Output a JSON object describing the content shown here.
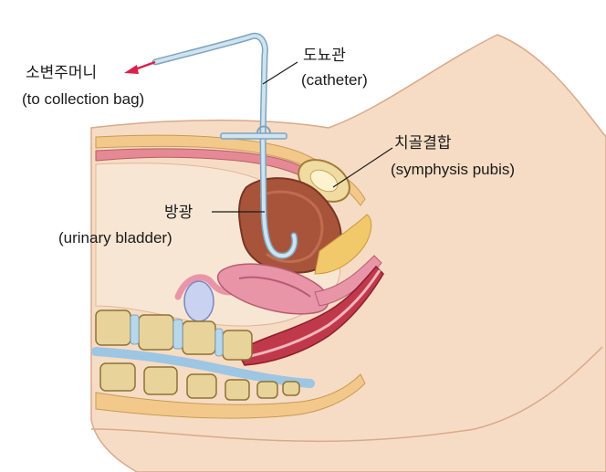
{
  "labels": {
    "collection_bag": {
      "ko": "소변주머니",
      "en": "(to collection bag)"
    },
    "catheter": {
      "ko": "도뇨관",
      "en": "(catheter)"
    },
    "symphysis_pubis": {
      "ko": "치골결합",
      "en": "(symphysis pubis)"
    },
    "bladder": {
      "ko": "방광",
      "en": "(urinary bladder)"
    }
  },
  "colors": {
    "skin": "#f6dcc4",
    "skin_edge": "#d9a98c",
    "bladder": "#a8543a",
    "arrow": "#d8204a",
    "catheter": "#bcd6e6",
    "bone": "#e8d39a",
    "uterus": "#e995a8",
    "rectum": "#c0394a"
  }
}
